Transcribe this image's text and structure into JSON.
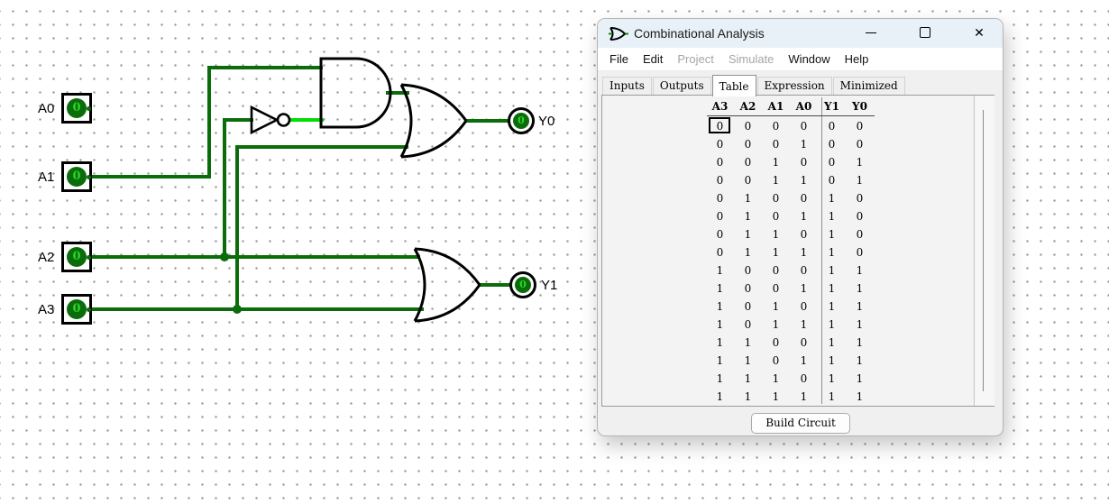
{
  "canvas": {
    "inputs": [
      {
        "label": "A0",
        "value": "0"
      },
      {
        "label": "A1",
        "value": "0"
      },
      {
        "label": "A2",
        "value": "0"
      },
      {
        "label": "A3",
        "value": "0"
      }
    ],
    "outputs": [
      {
        "label": "Y0",
        "value": "0"
      },
      {
        "label": "Y1",
        "value": "0"
      }
    ],
    "gates": [
      "and-gate",
      "not-gate",
      "or-gate",
      "or-gate"
    ],
    "colors": {
      "wire_low": "#0a6d0a",
      "wire_high": "#04dd04",
      "pin_fill": "#0a6d0a",
      "pin_digit": "#2bd42b"
    }
  },
  "window": {
    "title": "Combinational Analysis",
    "controls": {
      "minimize": "—",
      "maximize": "□",
      "close": "✕"
    },
    "menu": [
      {
        "label": "File",
        "enabled": true
      },
      {
        "label": "Edit",
        "enabled": true
      },
      {
        "label": "Project",
        "enabled": false
      },
      {
        "label": "Simulate",
        "enabled": false
      },
      {
        "label": "Window",
        "enabled": true
      },
      {
        "label": "Help",
        "enabled": true
      }
    ],
    "tabs": [
      {
        "label": "Inputs",
        "selected": false
      },
      {
        "label": "Outputs",
        "selected": false
      },
      {
        "label": "Table",
        "selected": true
      },
      {
        "label": "Expression",
        "selected": false
      },
      {
        "label": "Minimized",
        "selected": false
      }
    ],
    "table": {
      "headers": [
        "A3",
        "A2",
        "A1",
        "A0",
        "Y1",
        "Y0"
      ],
      "input_columns": 4,
      "selected_cell": {
        "row": 0,
        "col": 0
      },
      "rows": [
        [
          "0",
          "0",
          "0",
          "0",
          "0",
          "0"
        ],
        [
          "0",
          "0",
          "0",
          "1",
          "0",
          "0"
        ],
        [
          "0",
          "0",
          "1",
          "0",
          "0",
          "1"
        ],
        [
          "0",
          "0",
          "1",
          "1",
          "0",
          "1"
        ],
        [
          "0",
          "1",
          "0",
          "0",
          "1",
          "0"
        ],
        [
          "0",
          "1",
          "0",
          "1",
          "1",
          "0"
        ],
        [
          "0",
          "1",
          "1",
          "0",
          "1",
          "0"
        ],
        [
          "0",
          "1",
          "1",
          "1",
          "1",
          "0"
        ],
        [
          "1",
          "0",
          "0",
          "0",
          "1",
          "1"
        ],
        [
          "1",
          "0",
          "0",
          "1",
          "1",
          "1"
        ],
        [
          "1",
          "0",
          "1",
          "0",
          "1",
          "1"
        ],
        [
          "1",
          "0",
          "1",
          "1",
          "1",
          "1"
        ],
        [
          "1",
          "1",
          "0",
          "0",
          "1",
          "1"
        ],
        [
          "1",
          "1",
          "0",
          "1",
          "1",
          "1"
        ],
        [
          "1",
          "1",
          "1",
          "0",
          "1",
          "1"
        ],
        [
          "1",
          "1",
          "1",
          "1",
          "1",
          "1"
        ]
      ]
    },
    "build_button_label": "Build Circuit"
  }
}
